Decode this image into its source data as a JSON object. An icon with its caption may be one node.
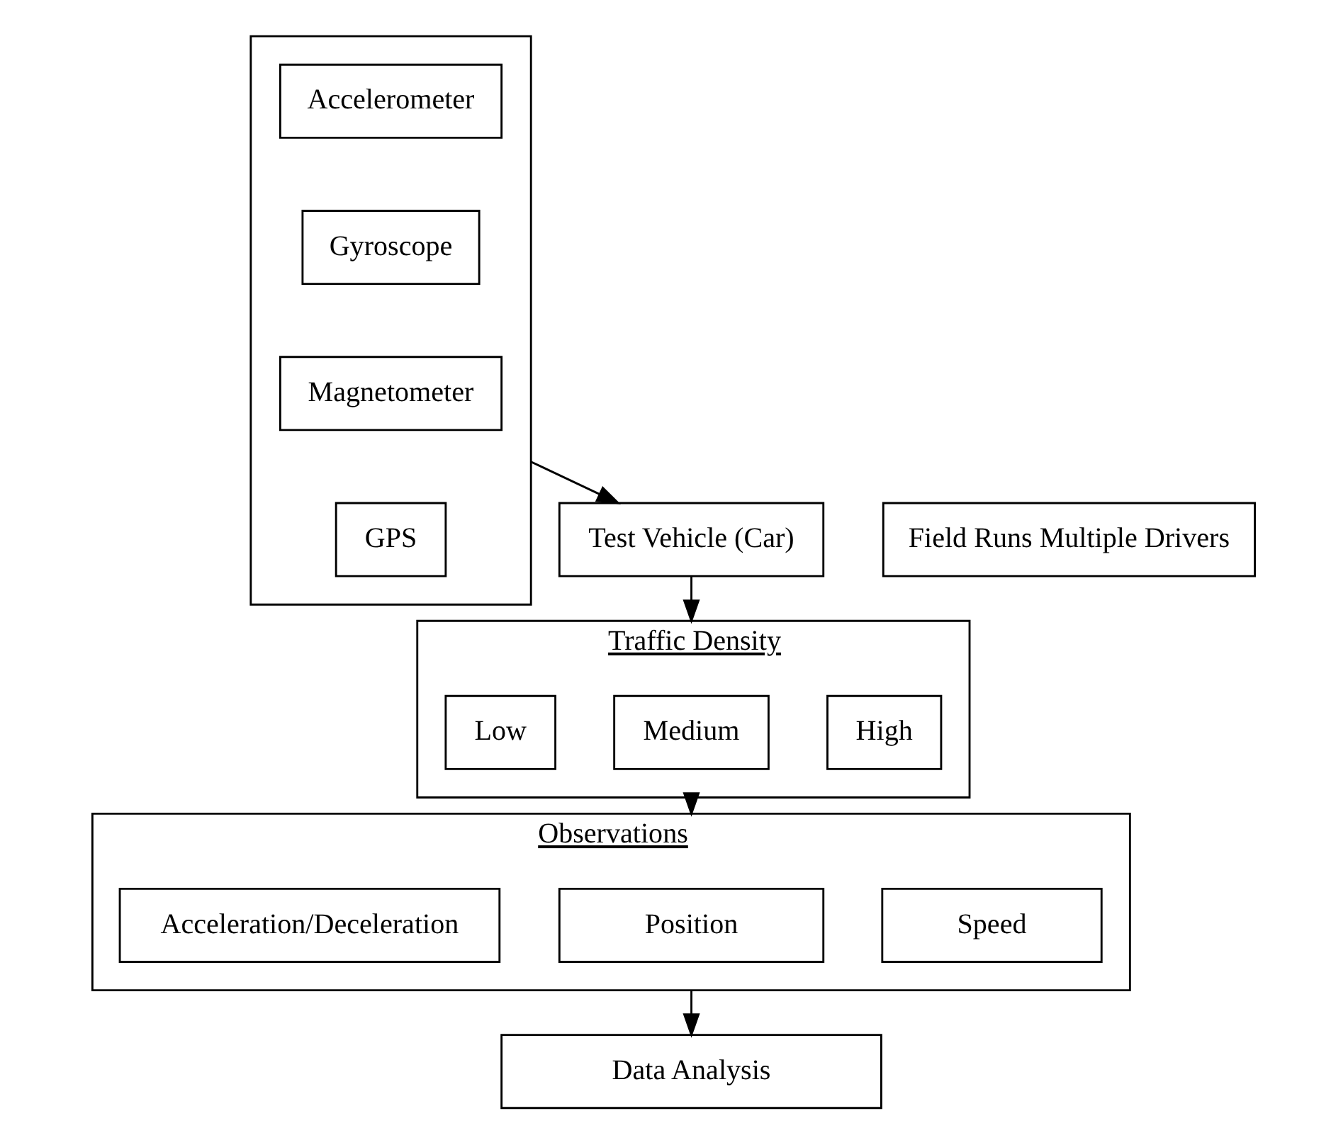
{
  "diagram": {
    "nodes": [
      {
        "text": [],
        "shape": "box"
      },
      {
        "text": [
          "Accelerometer"
        ],
        "in": 0
      },
      {
        "text": [
          "Gyroscope"
        ],
        "in": 0
      },
      {
        "text": [
          "Magnetometer"
        ],
        "in": 0
      },
      {
        "text": [
          "GPS"
        ],
        "in": 0
      },
      {
        "text": [
          "Test Vehicle (Car)"
        ]
      },
      {
        "text": [
          "Field Runs Multiple Drivers"
        ]
      },
      {
        "text": [
          "Traffic Density"
        ]
      },
      {
        "text": [
          "Low"
        ],
        "in": 7
      },
      {
        "text": [
          "Medium"
        ],
        "in": 7
      },
      {
        "text": [
          "High"
        ],
        "in": 7
      },
      {
        "text": [
          "Observations"
        ]
      },
      {
        "text": [
          "Acceleration/Deceleration"
        ],
        "in": 11
      },
      {
        "text": [
          "Position"
        ],
        "in": 11
      },
      {
        "text": [
          "Speed"
        ],
        "in": 11
      },
      {
        "text": [
          "Data Analysis"
        ]
      }
    ],
    "edges": [
      {
        "from": 0,
        "to": 5,
        "arrow": "to"
      },
      {
        "from": 5,
        "to": 7,
        "arrow": "to"
      },
      {
        "from": 7,
        "to": 11,
        "arrow": "to"
      },
      {
        "from": 11,
        "to": 15,
        "arrow": "to"
      }
    ]
  }
}
